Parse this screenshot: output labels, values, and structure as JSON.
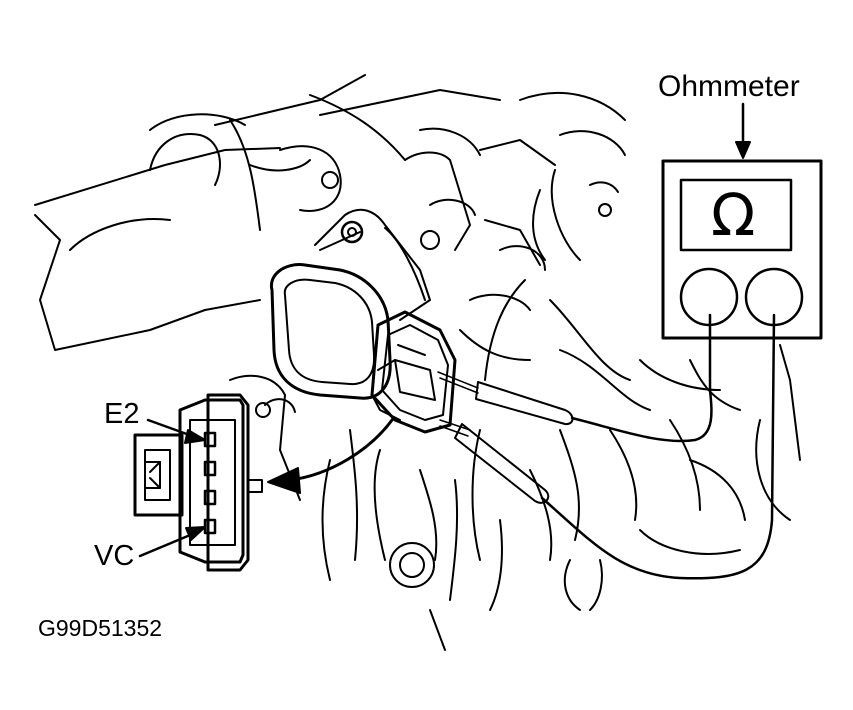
{
  "figure": {
    "ohmmeter_label": "Ohmmeter",
    "ohm_symbol": "Ω",
    "terminal_e2_label": "E2",
    "terminal_vc_label": "VC",
    "figure_code": "G99D51352"
  },
  "colors": {
    "line": "#000000",
    "background": "#ffffff"
  },
  "icons": [
    "ohmmeter-icon",
    "connector-icon",
    "sensor-icon",
    "arrow-icon"
  ]
}
